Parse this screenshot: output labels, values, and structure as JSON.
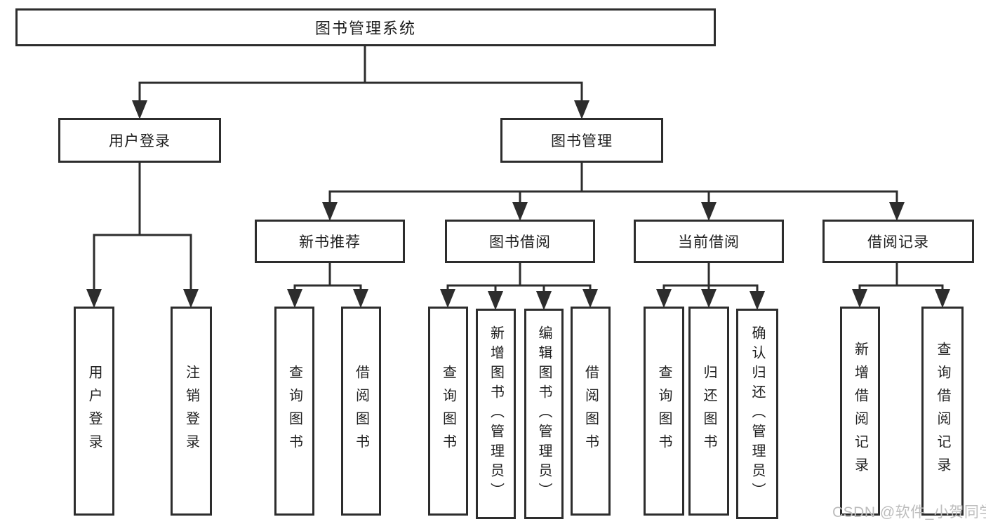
{
  "diagram": {
    "root": {
      "label": "图书管理系统"
    },
    "branches": [
      {
        "label": "用户登录",
        "children": [
          {
            "label": "用户登录"
          },
          {
            "label": "注销登录"
          }
        ]
      },
      {
        "label": "图书管理",
        "children": [
          {
            "label": "新书推荐",
            "children": [
              {
                "label": "查询图书"
              },
              {
                "label": "借阅图书"
              }
            ]
          },
          {
            "label": "图书借阅",
            "children": [
              {
                "label": "查询图书"
              },
              {
                "label": "新增图书（管理员）"
              },
              {
                "label": "编辑图书（管理员）"
              },
              {
                "label": "借阅图书"
              }
            ]
          },
          {
            "label": "当前借阅",
            "children": [
              {
                "label": "查询图书"
              },
              {
                "label": "归还图书"
              },
              {
                "label": "确认归还（管理员）"
              }
            ]
          },
          {
            "label": "借阅记录",
            "children": [
              {
                "label": "新增借阅记录"
              },
              {
                "label": "查询借阅记录"
              }
            ]
          }
        ]
      }
    ]
  },
  "watermark": {
    "text": "CSDN @软件_小贺同学"
  },
  "colors": {
    "line": "#2d2d2d",
    "text": "#1e1e1e",
    "watermark": "#bdbdbd",
    "background": "#ffffff"
  }
}
